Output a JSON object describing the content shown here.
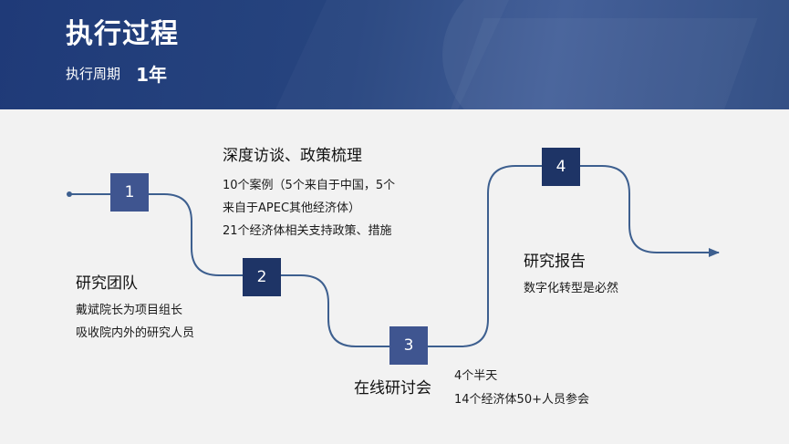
{
  "header": {
    "title": "执行过程",
    "period_label": "执行周期",
    "period_value": "1年"
  },
  "steps": [
    {
      "number": "1",
      "heading": "研究团队",
      "lines": [
        "戴斌院长为项目组长",
        "吸收院内外的研究人员"
      ]
    },
    {
      "number": "2",
      "heading": "深度访谈、政策梳理",
      "lines": [
        "10个案例（5个来自于中国，5个",
        "来自于APEC其他经济体）",
        "21个经济体相关支持政策、措施"
      ]
    },
    {
      "number": "3",
      "heading": "在线研讨会",
      "lines": [
        "4个半天",
        "14个经济体50+人员参会"
      ]
    },
    {
      "number": "4",
      "heading": "研究报告",
      "lines": [
        "数字化转型是必然"
      ]
    }
  ],
  "colors": {
    "header_bg": "#27457f",
    "line": "#3d5f8f",
    "box_light": "#3f5590",
    "box_dark": "#1e3466",
    "page_bg": "#f2f2f2"
  }
}
